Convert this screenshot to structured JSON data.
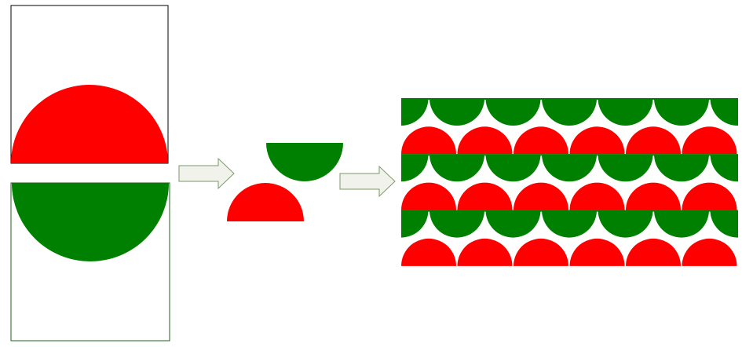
{
  "colors": {
    "red": "#ff0000",
    "green": "#008000",
    "frame_stroke_top": "#000000",
    "frame_stroke_bottom": "#1f5f1f",
    "arrow_fill": "#f2f2ec",
    "arrow_stroke": "#7a9a6a",
    "background": "#ffffff"
  },
  "diagram": {
    "panels": [
      {
        "name": "panel-red-half-disc",
        "shape": "upper-half-disc",
        "color": "red"
      },
      {
        "name": "panel-green-half-disc",
        "shape": "lower-half-disc",
        "color": "green"
      }
    ],
    "arrows": [
      {
        "name": "arrow-step-1",
        "direction": "right"
      },
      {
        "name": "arrow-step-2",
        "direction": "right"
      }
    ],
    "tile": {
      "pieces": [
        {
          "shape": "lower-half-disc",
          "color": "green"
        },
        {
          "shape": "upper-half-disc",
          "color": "red"
        }
      ]
    },
    "pattern": {
      "repeat_columns": 7,
      "repeat_rows": 3
    }
  }
}
